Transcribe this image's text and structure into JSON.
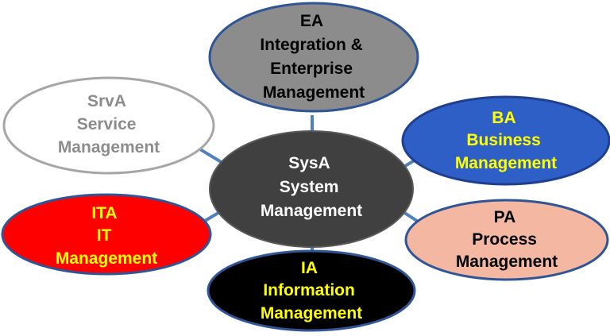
{
  "nodes": {
    "center": {
      "lines": [
        "SysA",
        "System",
        "Management"
      ],
      "fill": "#404040",
      "stroke": "#595959",
      "text_color": "#FFFFFF"
    },
    "ea": {
      "lines": [
        "EA",
        "Integration &",
        "Enterprise",
        "Management"
      ],
      "fill": "#8C8C8C",
      "stroke": "#2F5597",
      "text_color": "#000000"
    },
    "srva": {
      "lines": [
        "SrvA",
        "Service",
        "Management"
      ],
      "fill": "#FFFFFF",
      "stroke": "#A6A6A6",
      "text_color": "#8C8C8C"
    },
    "ba": {
      "lines": [
        "BA",
        "Business",
        "Management"
      ],
      "fill": "#2E5FC7",
      "stroke": "#1F3F8F",
      "text_color": "#FFFF00"
    },
    "ita": {
      "lines": [
        "ITA",
        "IT",
        "Management"
      ],
      "fill": "#FF0000",
      "stroke": "#2F5597",
      "text_color": "#FFFF00"
    },
    "pa": {
      "lines": [
        "PA",
        "Process",
        "Management"
      ],
      "fill": "#F4B8A2",
      "stroke": "#2F5597",
      "text_color": "#000000"
    },
    "ia": {
      "lines": [
        "IA",
        "Information",
        "Management"
      ],
      "fill": "#000000",
      "stroke": "#2F5597",
      "text_color": "#FFFF00"
    }
  },
  "connector_color": "#4F81BD"
}
